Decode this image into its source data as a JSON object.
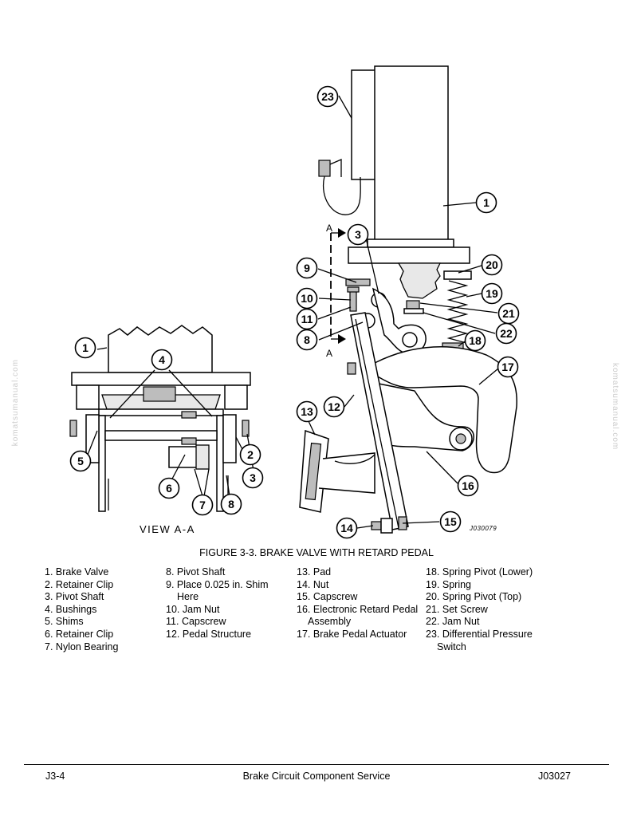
{
  "figure": {
    "caption": "FIGURE 3-3. BRAKE VALVE WITH RETARD PEDAL",
    "view_label": "VIEW A-A",
    "drawing_code": "J030079",
    "section_marker": "A",
    "callouts": {
      "main": [
        "23",
        "1",
        "3",
        "20",
        "9",
        "19",
        "10",
        "21",
        "11",
        "22",
        "8",
        "18",
        "17",
        "12",
        "13",
        "16",
        "15",
        "14"
      ],
      "view_aa": [
        "1",
        "4",
        "5",
        "2",
        "3",
        "6",
        "7",
        "8"
      ]
    }
  },
  "legend": [
    [
      {
        "num": "1.",
        "text": "Brake Valve"
      },
      {
        "num": "2.",
        "text": "Retainer Clip"
      },
      {
        "num": "3.",
        "text": "Pivot Shaft"
      },
      {
        "num": "4.",
        "text": "Bushings"
      },
      {
        "num": "5.",
        "text": "Shims"
      },
      {
        "num": "6.",
        "text": "Retainer Clip"
      },
      {
        "num": "7.",
        "text": "Nylon Bearing"
      }
    ],
    [
      {
        "num": "8.",
        "text": "Pivot Shaft"
      },
      {
        "num": "9.",
        "text": "Place 0.025 in. Shim Here"
      },
      {
        "num": "10.",
        "text": "Jam Nut"
      },
      {
        "num": "11.",
        "text": "Capscrew"
      },
      {
        "num": "12.",
        "text": "Pedal Structure"
      }
    ],
    [
      {
        "num": "13.",
        "text": "Pad"
      },
      {
        "num": "14.",
        "text": "Nut"
      },
      {
        "num": "15.",
        "text": "Capscrew"
      },
      {
        "num": "16.",
        "text": "Electronic Retard Pedal Assembly"
      },
      {
        "num": "17.",
        "text": "Brake Pedal Actuator"
      }
    ],
    [
      {
        "num": "18.",
        "text": "Spring Pivot (Lower)"
      },
      {
        "num": "19.",
        "text": "Spring"
      },
      {
        "num": "20.",
        "text": "Spring Pivot (Top)"
      },
      {
        "num": "21.",
        "text": "Set Screw"
      },
      {
        "num": "22.",
        "text": "Jam Nut"
      },
      {
        "num": "23.",
        "text": "Differential Pressure Switch"
      }
    ]
  ],
  "footer": {
    "left": "J3-4",
    "center": "Brake Circuit Component Service",
    "right": "J03027"
  },
  "watermark": "komatsumanual.com"
}
